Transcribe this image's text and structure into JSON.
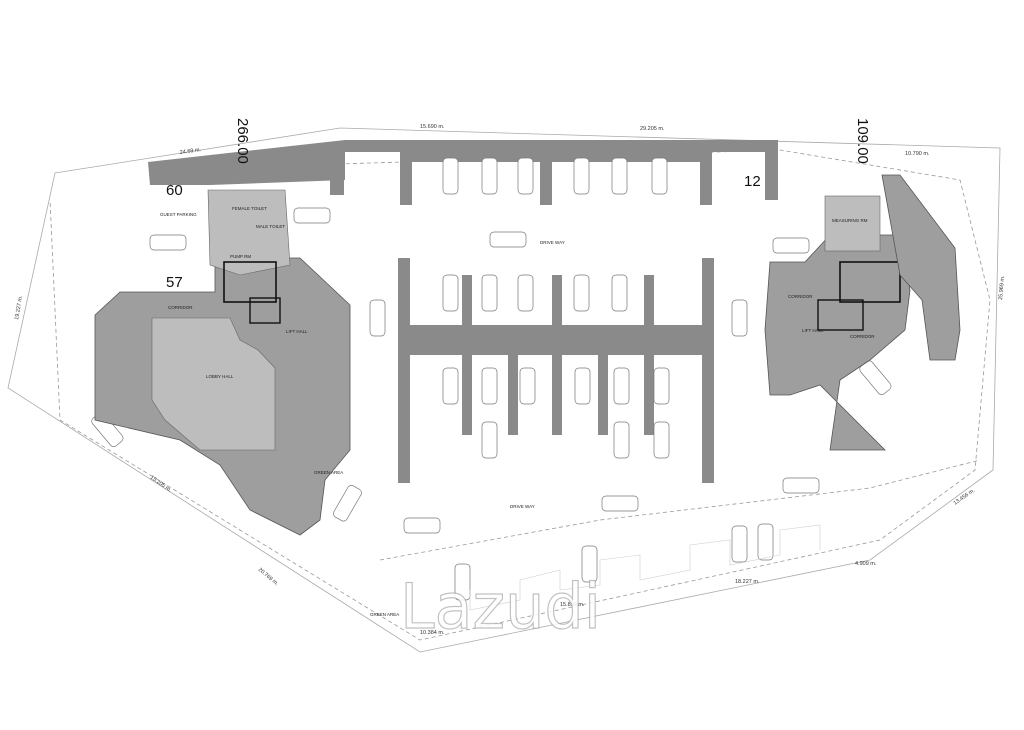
{
  "plot_markers": {
    "left_top": "266.00",
    "right_top": "109.00",
    "lot_60": "60",
    "lot_57": "57",
    "lot_12": "12"
  },
  "watermark": "Lazudi",
  "dimensions": {
    "top_a": "24.69 m.",
    "top_b": "15.690 m.",
    "top_c": "29.205 m.",
    "top_d": "10.790 m.",
    "right_a": "25.969 m.",
    "right_b": "13.456 m.",
    "bottom_a": "18.227 m.",
    "bottom_b": "4.909 m.",
    "bottom_c": "15.899 m.",
    "bottom_d": "10.384 m.",
    "left_a": "19.227 m.",
    "left_b": "15.205 m.",
    "left_c": "20.769 m."
  },
  "labels": {
    "green_area_bottom": "GREEN AREA",
    "green_area_mid": "GREEN AREA",
    "lobby_hall": "LOBBY HALL",
    "lift_hall_left": "LIFT HALL",
    "lift_hall_right": "LIFT HALL",
    "corridor_left": "CORRIDOR",
    "corridor_right_a": "CORRIDOR",
    "corridor_right_b": "CORRIDOR",
    "female_toilet": "FEMALE TOILET",
    "male_toilet": "MALE TOILET",
    "guest_parking": "GUEST PARKING",
    "pump_rm": "PUMP RM",
    "electric_rm": "MEASURING RM",
    "drive_way_a": "DRIVE WAY",
    "drive_way_b": "DRIVE WAY"
  }
}
